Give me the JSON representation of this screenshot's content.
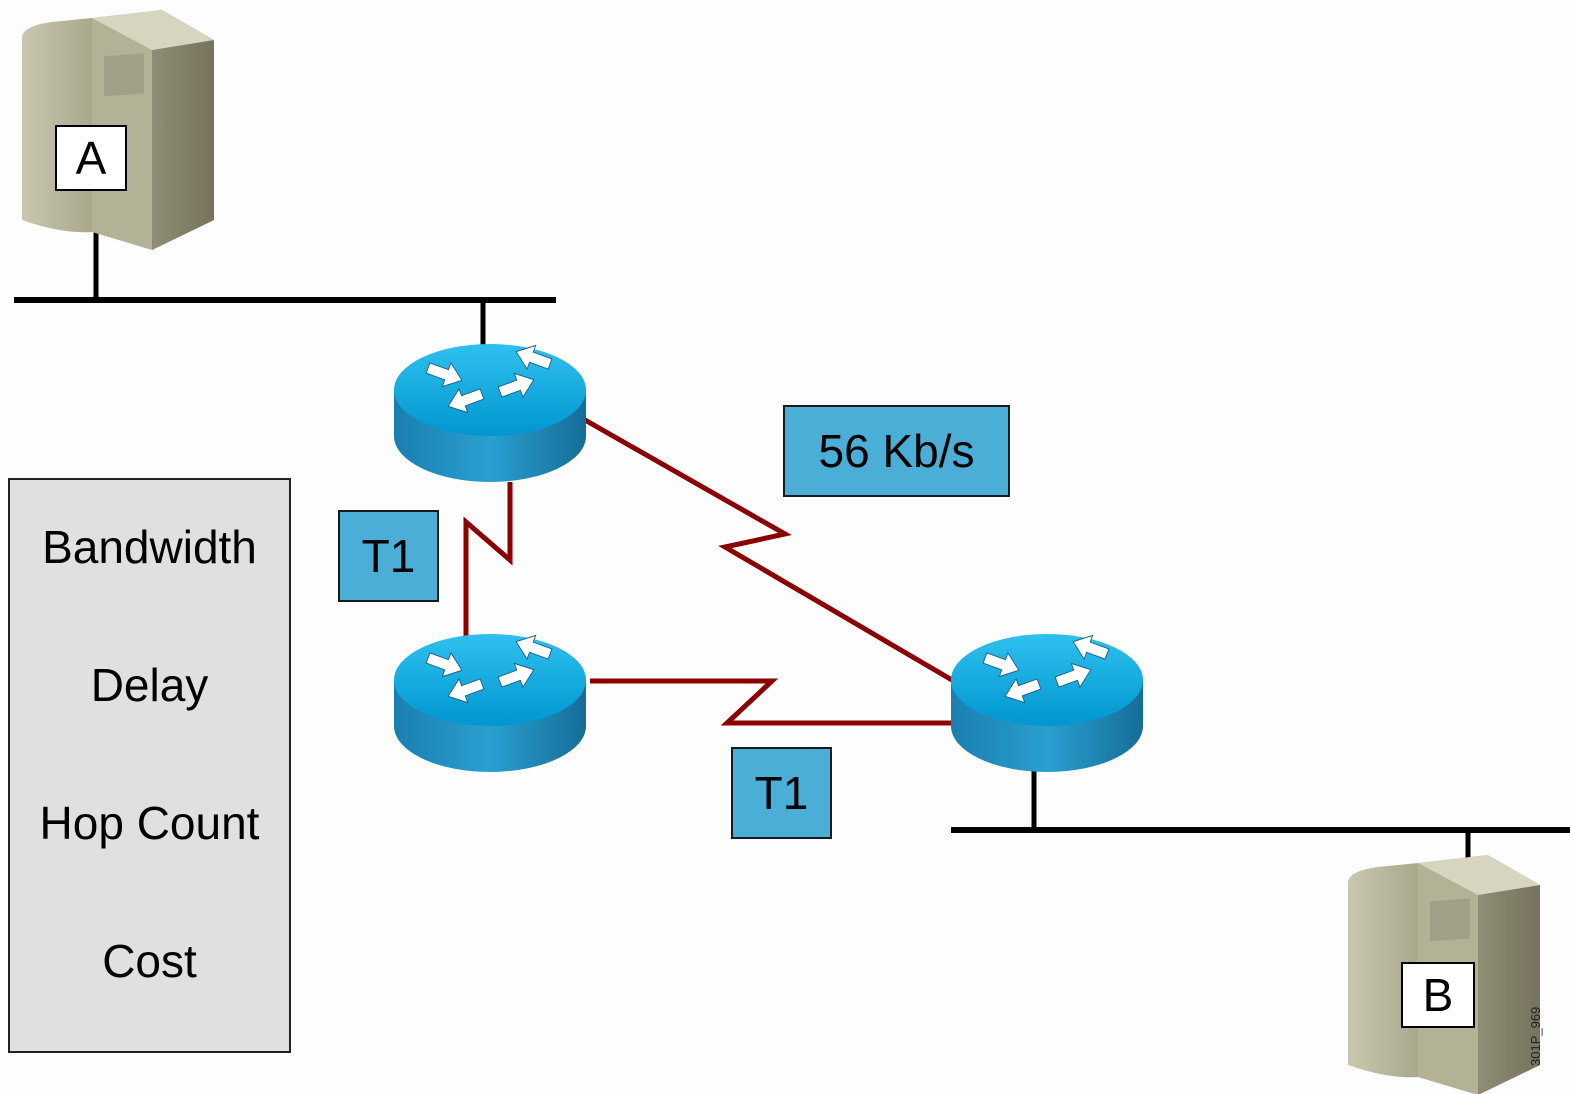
{
  "servers": [
    {
      "id": "A",
      "label": "A"
    },
    {
      "id": "B",
      "label": "B"
    }
  ],
  "links": {
    "top_router_to_right_router": "56 Kb/s",
    "top_router_to_bottom_router": "T1",
    "bottom_router_to_right_router": "T1"
  },
  "metrics": {
    "items": [
      "Bandwidth",
      "Delay",
      "Hop Count",
      "Cost"
    ]
  },
  "figure_id": "301P_969",
  "colors": {
    "link_red": "#8b0000",
    "router_blue": "#00a6db",
    "label_blue": "#4aaed6",
    "server_body": "#b8b59a",
    "panel_gray": "#e0e0e0"
  }
}
